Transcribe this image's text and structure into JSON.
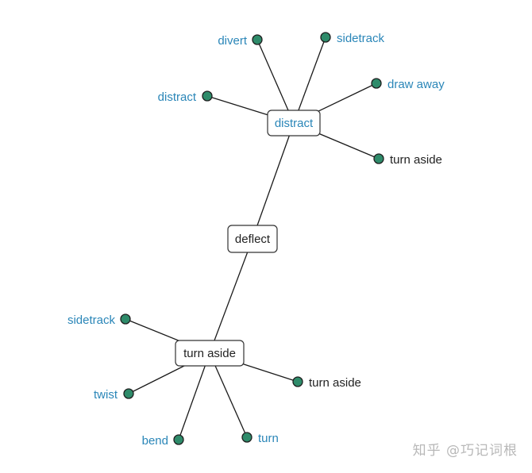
{
  "graph": {
    "hubs": [
      {
        "id": "distract",
        "label": "distract",
        "style": "link"
      },
      {
        "id": "deflect",
        "label": "deflect",
        "style": "plain"
      },
      {
        "id": "turn-aside",
        "label": "turn aside",
        "style": "plain"
      }
    ],
    "leaves": [
      {
        "label": "divert",
        "hub": "distract",
        "style": "link"
      },
      {
        "label": "sidetrack",
        "hub": "distract",
        "style": "link"
      },
      {
        "label": "draw away",
        "hub": "distract",
        "style": "link"
      },
      {
        "label": "distract",
        "hub": "distract",
        "style": "link"
      },
      {
        "label": "turn aside",
        "hub": "distract",
        "style": "plain"
      },
      {
        "label": "sidetrack",
        "hub": "turn-aside",
        "style": "link"
      },
      {
        "label": "twist",
        "hub": "turn-aside",
        "style": "link"
      },
      {
        "label": "bend",
        "hub": "turn-aside",
        "style": "link"
      },
      {
        "label": "turn",
        "hub": "turn-aside",
        "style": "link"
      },
      {
        "label": "turn aside",
        "hub": "turn-aside",
        "style": "plain"
      }
    ],
    "hub_links": [
      {
        "from": "distract",
        "to": "deflect"
      },
      {
        "from": "deflect",
        "to": "turn-aside"
      }
    ],
    "colors": {
      "link_text": "#2a86b8",
      "plain_text": "#222222",
      "leaf_dot": "#2e8b6a"
    }
  },
  "watermark": "知乎 @巧记词根"
}
